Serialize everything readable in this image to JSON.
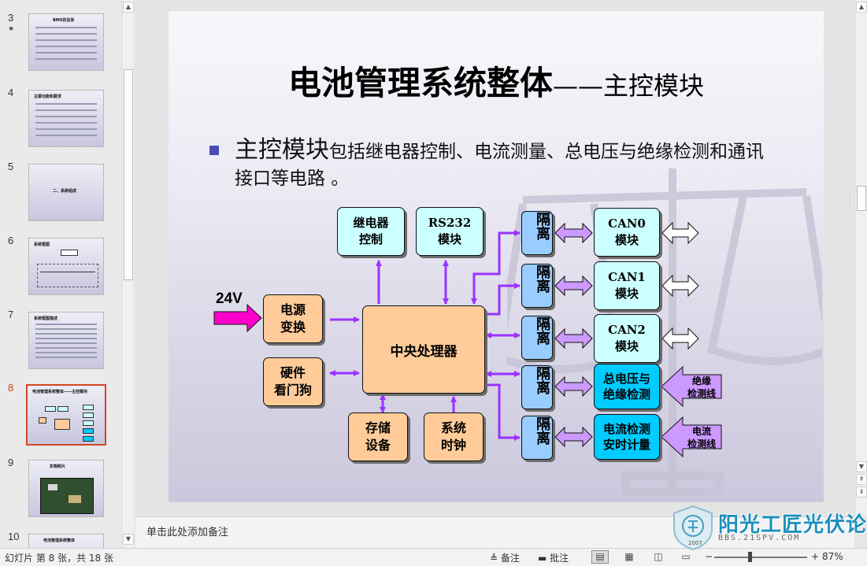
{
  "thumbnails": [
    {
      "num": "3",
      "star": "★",
      "title": "BMS的总体",
      "active": false
    },
    {
      "num": "4",
      "title": "主要功能和要求",
      "active": false
    },
    {
      "num": "5",
      "title": "二、系统组成",
      "active": false
    },
    {
      "num": "6",
      "title": "系统框图",
      "active": false
    },
    {
      "num": "7",
      "title": "系统框图描述",
      "active": false
    },
    {
      "num": "8",
      "title": "电池管理系统整体——主控模块",
      "active": true
    },
    {
      "num": "9",
      "title": "实物照片",
      "active": false
    },
    {
      "num": "10",
      "title": "电池管理系统整体",
      "active": false
    }
  ],
  "slide": {
    "title_main": "电池管理系统整体",
    "title_sub": "——主控模块",
    "bullet_keyword": "主控模块",
    "bullet_rest": "包括继电器控制、电流测量、总电压与绝缘检测和通讯接口等电路 。",
    "diagram": {
      "input_label": "24V",
      "boxes": {
        "relay": "继电器\n控制",
        "rs232": "RS232\n模块",
        "power": "电源\n变换",
        "watchdog": "硬件\n看门狗",
        "cpu": "中央处理器",
        "storage": "存储\n设备",
        "clock": "系统\n时钟",
        "can0": "CAN0\n模块",
        "can1": "CAN1\n模块",
        "can2": "CAN2\n模块",
        "voltage": "总电压与\n绝缘检测",
        "current": "电流检测\n安时计量"
      },
      "isolation_label": "隔离",
      "side_labels": {
        "insulation_line": "绝缘\n检测线",
        "current_line": "电流\n检测线"
      }
    }
  },
  "notes_placeholder": "单击此处添加备注",
  "statusbar": {
    "slide_info": "幻灯片 第 8 张，共 18 张",
    "notes_btn": "备注",
    "comments_btn": "批注",
    "zoom": "87%",
    "zoom_minus": "−",
    "zoom_plus": "+"
  },
  "watermark": {
    "text": "阳光工匠光伏论坛",
    "url": "BBS.21SPV.COM",
    "year": "2007"
  }
}
